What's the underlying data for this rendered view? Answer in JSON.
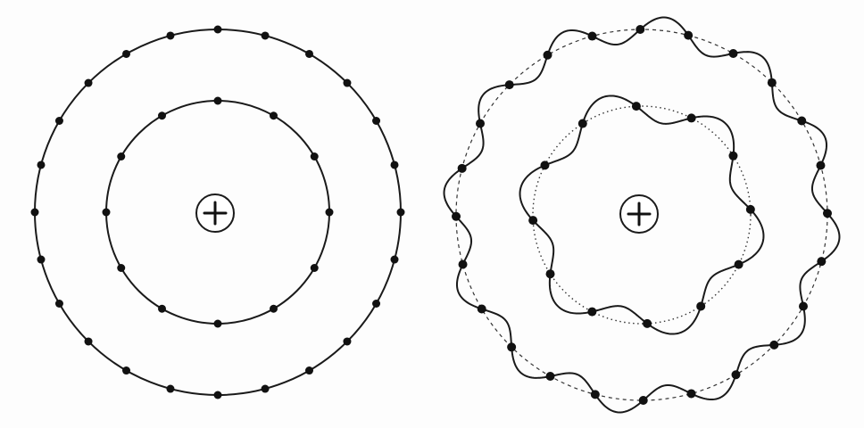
{
  "figure": {
    "colors": {
      "ink": "#1a1a1a",
      "background": "#ffffff"
    },
    "panels": [
      {
        "id": "classical",
        "style": "circular-orbits",
        "nucleus_symbol": "+",
        "orbits": [
          {
            "nodes": 12,
            "shape": "circle"
          },
          {
            "nodes": 24,
            "shape": "circle"
          }
        ]
      },
      {
        "id": "standing-wave",
        "style": "wavy-orbits",
        "nucleus_symbol": "+",
        "orbits": [
          {
            "nodes": 12,
            "wave_cycles": 6,
            "guide": "dotted"
          },
          {
            "nodes": 24,
            "wave_cycles": 12,
            "guide": "dashed"
          }
        ]
      }
    ]
  }
}
